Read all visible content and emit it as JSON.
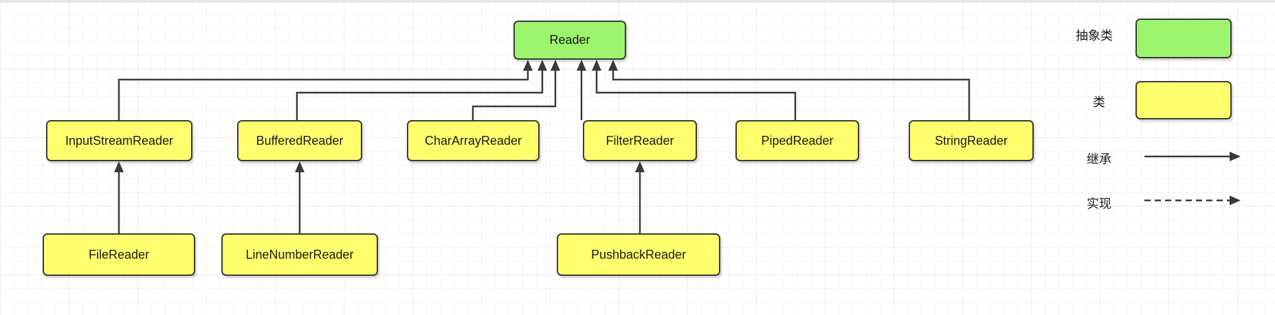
{
  "diagram": {
    "nodes": [
      {
        "id": "reader",
        "label": "Reader",
        "kind": "abstract"
      },
      {
        "id": "input-stream-reader",
        "label": "InputStreamReader",
        "kind": "class"
      },
      {
        "id": "buffered-reader",
        "label": "BufferedReader",
        "kind": "class"
      },
      {
        "id": "char-array-reader",
        "label": "CharArrayReader",
        "kind": "class"
      },
      {
        "id": "filter-reader",
        "label": "FilterReader",
        "kind": "class"
      },
      {
        "id": "piped-reader",
        "label": "PipedReader",
        "kind": "class"
      },
      {
        "id": "string-reader",
        "label": "StringReader",
        "kind": "class"
      },
      {
        "id": "file-reader",
        "label": "FileReader",
        "kind": "class"
      },
      {
        "id": "line-number-reader",
        "label": "LineNumberReader",
        "kind": "class"
      },
      {
        "id": "pushback-reader",
        "label": "PushbackReader",
        "kind": "class"
      }
    ],
    "edges": [
      {
        "from": "input-stream-reader",
        "to": "reader",
        "type": "inherit"
      },
      {
        "from": "buffered-reader",
        "to": "reader",
        "type": "inherit"
      },
      {
        "from": "char-array-reader",
        "to": "reader",
        "type": "inherit"
      },
      {
        "from": "filter-reader",
        "to": "reader",
        "type": "inherit"
      },
      {
        "from": "piped-reader",
        "to": "reader",
        "type": "inherit"
      },
      {
        "from": "string-reader",
        "to": "reader",
        "type": "inherit"
      },
      {
        "from": "file-reader",
        "to": "input-stream-reader",
        "type": "inherit"
      },
      {
        "from": "line-number-reader",
        "to": "buffered-reader",
        "type": "inherit"
      },
      {
        "from": "pushback-reader",
        "to": "filter-reader",
        "type": "inherit"
      }
    ]
  },
  "legend": {
    "abstract_label": "抽象类",
    "class_label": "类",
    "inherit_label": "继承",
    "implement_label": "实现"
  },
  "colors": {
    "abstract": "#9df56f",
    "class": "#ffff6e",
    "line": "#3a3a3a",
    "grid": "#e8e8e8"
  }
}
